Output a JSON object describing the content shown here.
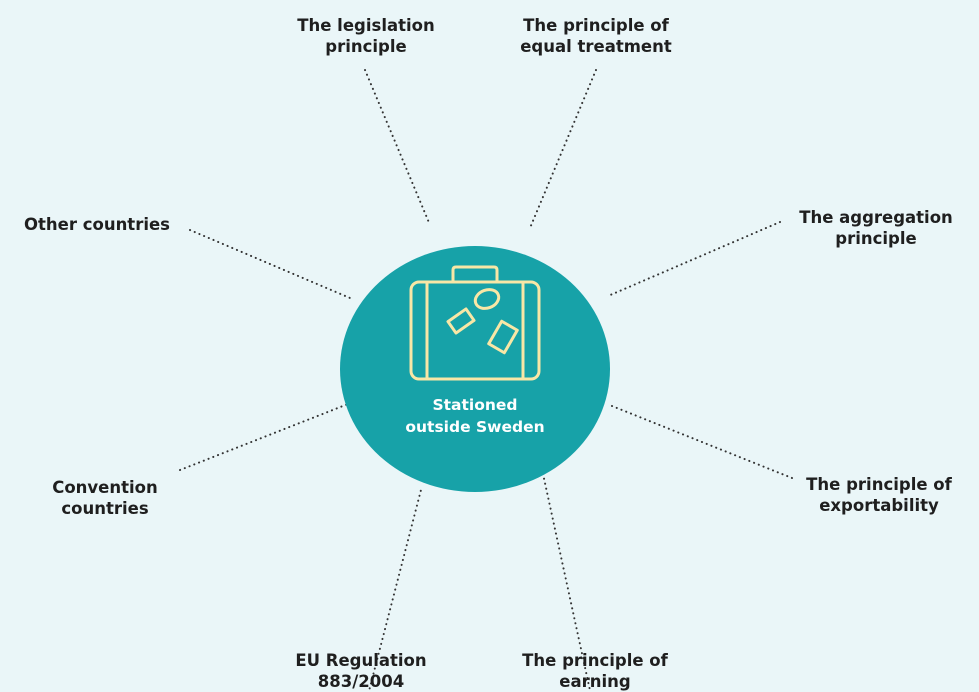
{
  "center": {
    "icon": "suitcase-icon",
    "label_line1": "Stationed",
    "label_line2": "outside Sweden"
  },
  "nodes": [
    {
      "id": "legislation",
      "line1": "The legislation",
      "line2": "principle"
    },
    {
      "id": "equal-treatment",
      "line1": "The principle of",
      "line2": "equal treatment"
    },
    {
      "id": "aggregation",
      "line1": "The aggregation",
      "line2": "principle"
    },
    {
      "id": "exportability",
      "line1": "The principle of",
      "line2": "exportability"
    },
    {
      "id": "earning",
      "line1": "The principle of",
      "line2": "earning"
    },
    {
      "id": "eu-regulation",
      "line1": "EU Regulation",
      "line2": "883/2004"
    },
    {
      "id": "convention-countries",
      "line1": "Convention",
      "line2": "countries"
    },
    {
      "id": "other-countries",
      "line1": "Other countries",
      "line2": ""
    }
  ],
  "colors": {
    "background": "#eaf6f8",
    "hub": "#17a2a8",
    "icon": "#f8e7a6",
    "text": "#1f1f1f",
    "hub_text": "#ffffff"
  }
}
